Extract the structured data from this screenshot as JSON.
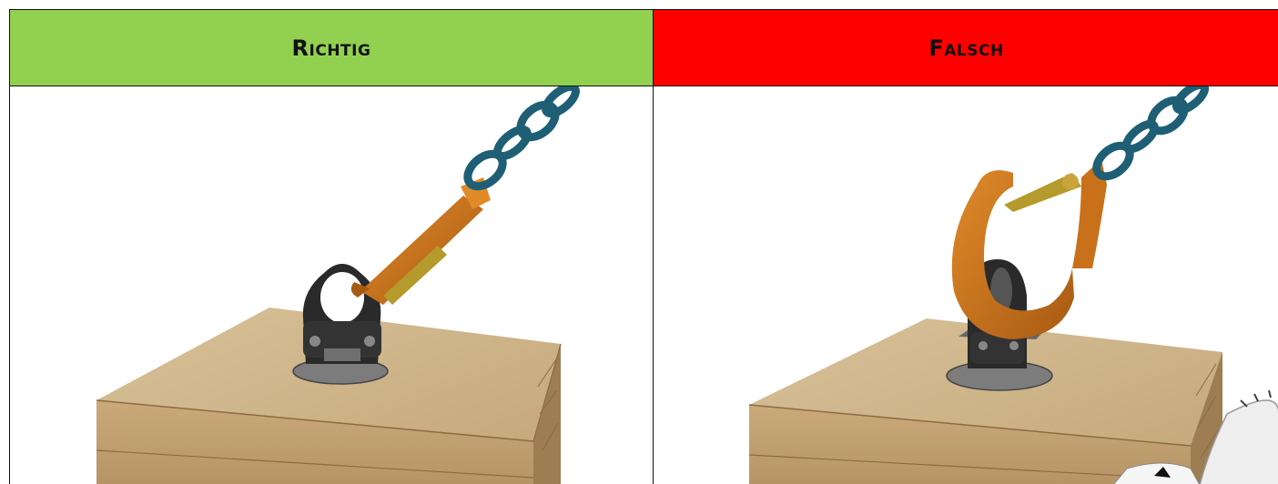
{
  "columns": [
    {
      "header": "Richtig",
      "header_color": "#92D050",
      "illustration": "correct-attachment-illustration"
    },
    {
      "header": "Falsch",
      "header_color": "#FF0000",
      "illustration": "wrong-attachment-illustration"
    }
  ],
  "colors": {
    "chain": "#1f5f75",
    "hook": "#c8701a",
    "latch": "#b59a2c",
    "ring": "#2a2a2a",
    "wood": "#cdb28a",
    "wood_side": "#b3946a"
  }
}
